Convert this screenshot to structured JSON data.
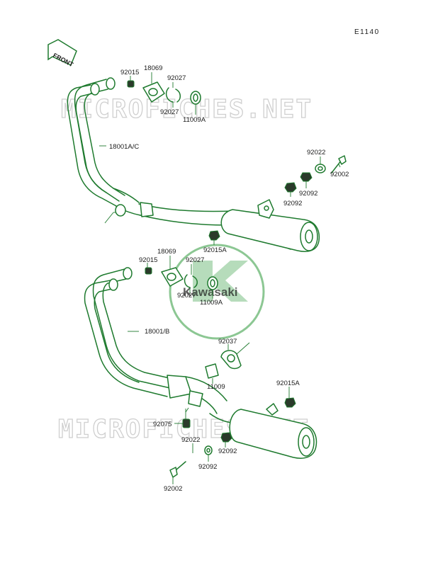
{
  "figure_code": "E1140",
  "front_label": "FRONT",
  "watermark": {
    "site": "MICROFICHES.NET",
    "brand": "Kawasaki"
  },
  "colors": {
    "line": "#1e7a2e",
    "text": "#1c1c1c",
    "watermark": "#cfcfcf",
    "logo_green": "#2f9a3c"
  },
  "upper": {
    "l92015": "92015",
    "l18069": "18069",
    "l92027a": "92027",
    "l92027b": "92027",
    "l11009A": "11009A",
    "l18001AC": "18001A/C",
    "l92022": "92022",
    "l92002": "92002",
    "l92092a": "92092",
    "l92092b": "92092",
    "l92015A": "92015A"
  },
  "lower": {
    "l92015": "92015",
    "l18069": "18069",
    "l92027a": "92027",
    "l92027b": "92027",
    "l11009A": "11009A",
    "l18001B": "18001/B",
    "l92037": "92037",
    "l11009": "11009",
    "l92015A": "92015A",
    "l92075": "92075",
    "l92022": "92022",
    "l92092a": "92092",
    "l92092b": "92092",
    "l92002": "92002"
  }
}
